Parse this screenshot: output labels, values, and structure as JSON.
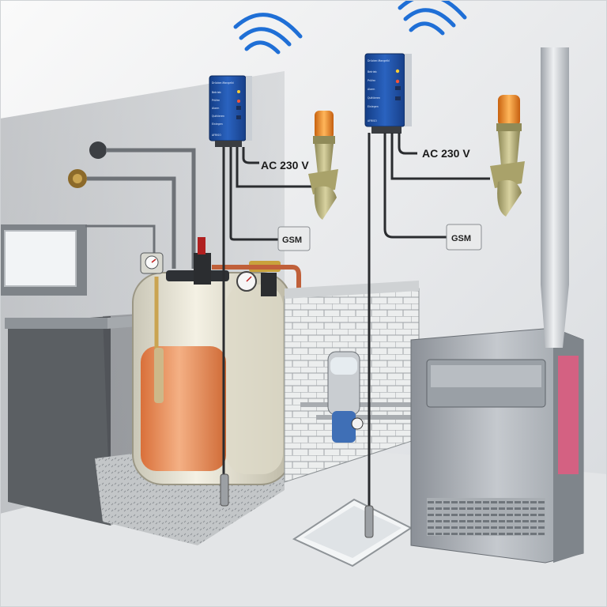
{
  "labels": {
    "power_left": "AC 230 V",
    "power_right": "AC 230 V",
    "gsm_left": "GSM",
    "gsm_right": "GSM"
  },
  "controllers": [
    {
      "title": "Drücker-Mangelkl",
      "rows": [
        "Betrieb",
        "Prüfen",
        "Alarm",
        "Quittieren",
        "Einlegen"
      ],
      "brand": "AFRISO"
    },
    {
      "title": "Drücker-Mangelkl",
      "rows": [
        "Betrieb",
        "Prüfen",
        "Alarm",
        "Quittieren",
        "Einlegen"
      ],
      "brand": "AFRISO"
    }
  ],
  "colors": {
    "controller_blue": "#1d4fa3",
    "beacon_orange": "#f08a1e",
    "oil_amber": "#e8874a",
    "horn_olive": "#b9b27a",
    "copper_pipe": "#c0603a"
  },
  "icons": [
    "wifi-signal-icon",
    "warning-beacon-icon",
    "sensor-probe-icon",
    "pressure-gauge-icon"
  ]
}
